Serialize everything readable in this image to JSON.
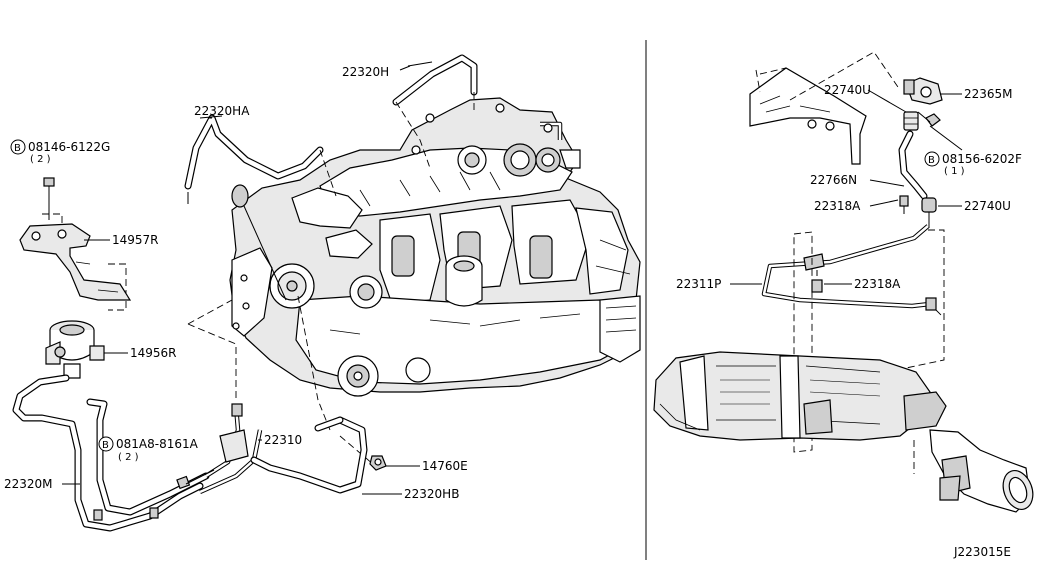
{
  "labels": {
    "p22320H": "22320H",
    "p22320HA": "22320HA",
    "p08146_6122G": "08146-6122G",
    "p08146_qty": "( 2 )",
    "p14957R": "14957R",
    "p14956R": "14956R",
    "p081A8_8161A": "081A8-8161A",
    "p081A8_qty": "( 2 )",
    "p22310": "22310",
    "p14760E": "14760E",
    "p22320M": "22320M",
    "p22320HB": "22320HB",
    "p22740U_top": "22740U",
    "p22365M": "22365M",
    "p08156_6202F": "08156-6202F",
    "p08156_qty": "( 1 )",
    "p22766N": "22766N",
    "p22318A_top": "22318A",
    "p22740U_right": "22740U",
    "p22311P": "22311P",
    "p22318A_right": "22318A"
  },
  "bolt_marker": "B",
  "diagram_code": "J223015E"
}
